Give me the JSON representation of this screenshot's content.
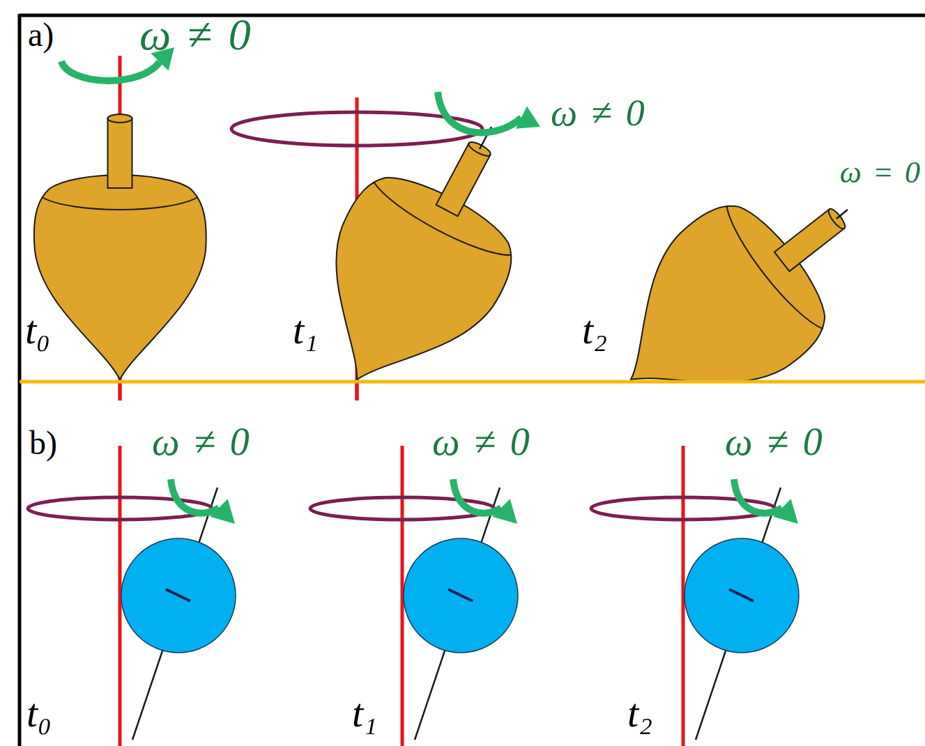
{
  "diagram": {
    "labels": [
      "a)",
      "ω ≠ 0",
      "t₀",
      "ω ≠ 0",
      "t₁",
      "ω = 0",
      "t₂",
      "b)",
      "ω ≠ 0",
      "t₀",
      "ω ≠ 0",
      "t₁",
      "ω ≠ 0",
      "t₂"
    ]
  }
}
